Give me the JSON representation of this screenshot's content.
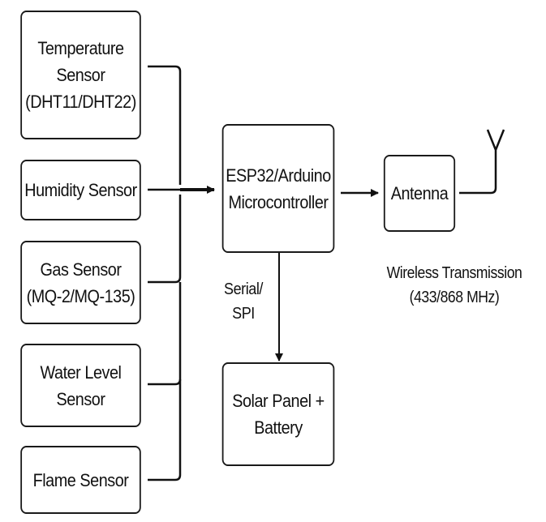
{
  "diagram": {
    "sensors": [
      {
        "id": "temperature",
        "lines": [
          "Temperature",
          "Sensor",
          "(DHT11/DHT22)"
        ]
      },
      {
        "id": "humidity",
        "lines": [
          "Humidity Sensor"
        ]
      },
      {
        "id": "gas",
        "lines": [
          "Gas Sensor",
          "(MQ-2/MQ-135)"
        ]
      },
      {
        "id": "water-level",
        "lines": [
          "Water Level",
          "Sensor"
        ]
      },
      {
        "id": "flame",
        "lines": [
          "Flame Sensor"
        ]
      }
    ],
    "microcontroller": {
      "lines": [
        "ESP32/Arduino",
        "Microcontroller"
      ]
    },
    "antenna": {
      "lines": [
        "Antenna"
      ]
    },
    "power": {
      "lines": [
        "Solar Panel +",
        "Battery"
      ]
    },
    "serial_label": {
      "lines": [
        "Serial/",
        "SPI"
      ]
    },
    "wireless_label": {
      "lines": [
        "Wireless Transmission",
        "(433/868 MHz)"
      ]
    },
    "connections": [
      {
        "from": "sensors-bus",
        "to": "microcontroller"
      },
      {
        "from": "microcontroller",
        "to": "antenna"
      },
      {
        "from": "microcontroller",
        "to": "power",
        "label": "Serial/ SPI"
      }
    ]
  }
}
